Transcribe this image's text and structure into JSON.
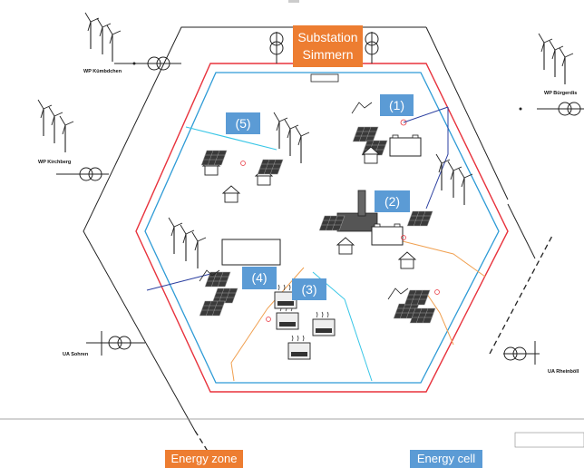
{
  "substation": {
    "line1": "Substation",
    "line2": "Simmern"
  },
  "cells": [
    {
      "label": "(1)"
    },
    {
      "label": "(2)"
    },
    {
      "label": "(3)"
    },
    {
      "label": "(4)"
    },
    {
      "label": "(5)"
    }
  ],
  "legend": {
    "energy_zone": "Energy zone",
    "energy_cell": "Energy cell"
  },
  "external_nodes": {
    "wp_kumbdchen": "WP Kümbdchen",
    "wp_kirchberg": "WP Kirchberg",
    "wp_burgerdistrict": "WP Bürgerdis",
    "ua_sohren": "UA Sohren",
    "ua_rheinbollen": "UA Rheinböll"
  },
  "colors": {
    "orange_label": "#ED7D31",
    "blue_label": "#5B9BD5",
    "zone_line": "#E8323C",
    "cell_line": "#2E9BD6",
    "cyan_feeder": "#39C6E6",
    "orange_feeder": "#F0A050",
    "navy_feeder": "#2B3FA0"
  }
}
